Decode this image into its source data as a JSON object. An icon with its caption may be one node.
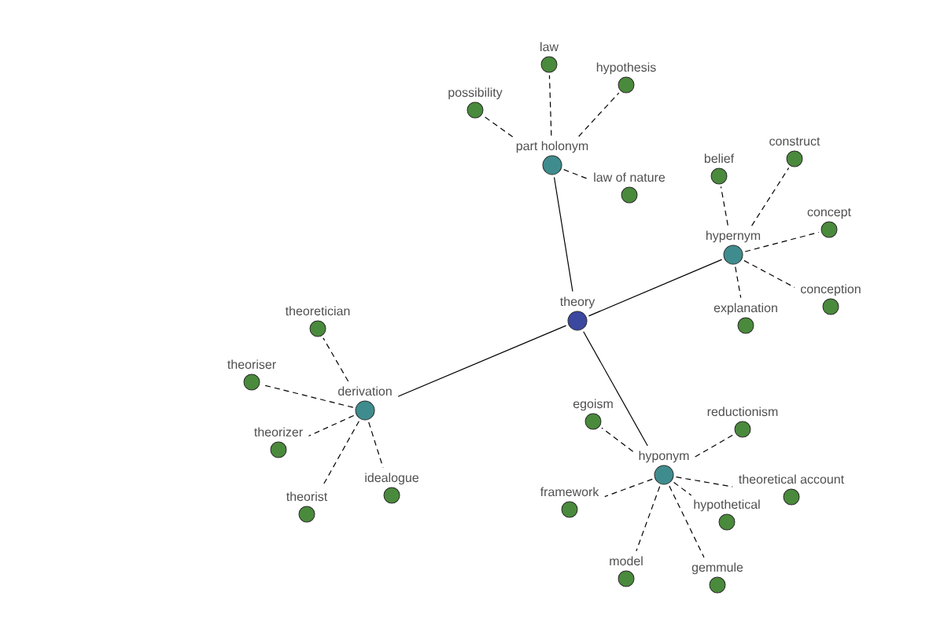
{
  "diagram": {
    "nodes": [
      {
        "text": [
          "theory"
        ]
      },
      {
        "text": [
          "part holonym"
        ]
      },
      {
        "text": [
          "law"
        ]
      },
      {
        "text": [
          "hypothesis"
        ]
      },
      {
        "text": [
          "possibility"
        ]
      },
      {
        "text": [
          "law of nature"
        ]
      },
      {
        "text": [
          "hypernym"
        ]
      },
      {
        "text": [
          "belief"
        ]
      },
      {
        "text": [
          "construct"
        ]
      },
      {
        "text": [
          "concept"
        ]
      },
      {
        "text": [
          "conception"
        ]
      },
      {
        "text": [
          "explanation"
        ]
      },
      {
        "text": [
          "derivation"
        ]
      },
      {
        "text": [
          "theoretician"
        ]
      },
      {
        "text": [
          "theoriser"
        ]
      },
      {
        "text": [
          "theorizer"
        ]
      },
      {
        "text": [
          "theorist"
        ]
      },
      {
        "text": [
          "idealogue"
        ]
      },
      {
        "text": [
          "hyponym"
        ]
      },
      {
        "text": [
          "egoism"
        ]
      },
      {
        "text": [
          "reductionism"
        ]
      },
      {
        "text": [
          "framework"
        ]
      },
      {
        "text": [
          "theoretical account"
        ]
      },
      {
        "text": [
          "hypothetical"
        ]
      },
      {
        "text": [
          "model"
        ]
      },
      {
        "text": [
          "gemmule"
        ]
      }
    ],
    "edges": [
      {
        "from": 0,
        "to": 1,
        "arrow": "none"
      },
      {
        "from": 0,
        "to": 6,
        "arrow": "none"
      },
      {
        "from": 0,
        "to": 12,
        "arrow": "none"
      },
      {
        "from": 0,
        "to": 18,
        "arrow": "none"
      },
      {
        "from": 1,
        "to": 2,
        "arrow": "none",
        "style": "dashed"
      },
      {
        "from": 1,
        "to": 3,
        "arrow": "none",
        "style": "dashed"
      },
      {
        "from": 1,
        "to": 4,
        "arrow": "none",
        "style": "dashed"
      },
      {
        "from": 1,
        "to": 5,
        "arrow": "none",
        "style": "dashed"
      },
      {
        "from": 6,
        "to": 7,
        "arrow": "none",
        "style": "dashed"
      },
      {
        "from": 6,
        "to": 8,
        "arrow": "none",
        "style": "dashed"
      },
      {
        "from": 6,
        "to": 9,
        "arrow": "none",
        "style": "dashed"
      },
      {
        "from": 6,
        "to": 10,
        "arrow": "none",
        "style": "dashed"
      },
      {
        "from": 6,
        "to": 11,
        "arrow": "none",
        "style": "dashed"
      },
      {
        "from": 12,
        "to": 13,
        "arrow": "none",
        "style": "dashed"
      },
      {
        "from": 12,
        "to": 14,
        "arrow": "none",
        "style": "dashed"
      },
      {
        "from": 12,
        "to": 15,
        "arrow": "none",
        "style": "dashed"
      },
      {
        "from": 12,
        "to": 16,
        "arrow": "none",
        "style": "dashed"
      },
      {
        "from": 12,
        "to": 17,
        "arrow": "none",
        "style": "dashed"
      },
      {
        "from": 18,
        "to": 19,
        "arrow": "none",
        "style": "dashed"
      },
      {
        "from": 18,
        "to": 20,
        "arrow": "none",
        "style": "dashed"
      },
      {
        "from": 18,
        "to": 21,
        "arrow": "none",
        "style": "dashed"
      },
      {
        "from": 18,
        "to": 22,
        "arrow": "none",
        "style": "dashed"
      },
      {
        "from": 18,
        "to": 23,
        "arrow": "none",
        "style": "dashed"
      },
      {
        "from": 18,
        "to": 24,
        "arrow": "none",
        "style": "dashed"
      },
      {
        "from": 18,
        "to": 25,
        "arrow": "none",
        "style": "dashed"
      }
    ]
  }
}
